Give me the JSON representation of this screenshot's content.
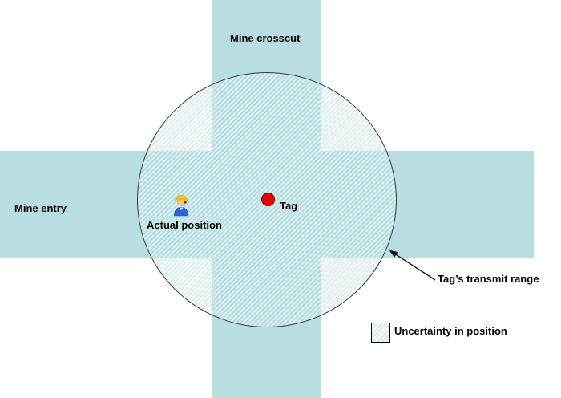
{
  "diagram": {
    "title_context": "Mine tag positioning diagram",
    "labels": {
      "mine_crosscut": "Mine crosscut",
      "mine_entry": "Mine entry",
      "tag": "Tag",
      "actual_position": "Actual position",
      "transmit_range": "Tag’s transmit range",
      "legend": "Uncertainty in position"
    },
    "colors": {
      "tunnel_band": "#b8dee2",
      "hatch_stripe": "#d8edef",
      "tag_dot": "#e90000",
      "circle_outline": "#3a3a3a",
      "text": "#000000",
      "background": "#ffffff"
    },
    "icons": {
      "worker": "miner-worker-icon",
      "tag": "tag-dot-icon",
      "arrow": "callout-arrow-icon",
      "legend_swatch": "hatched-square-icon"
    }
  }
}
